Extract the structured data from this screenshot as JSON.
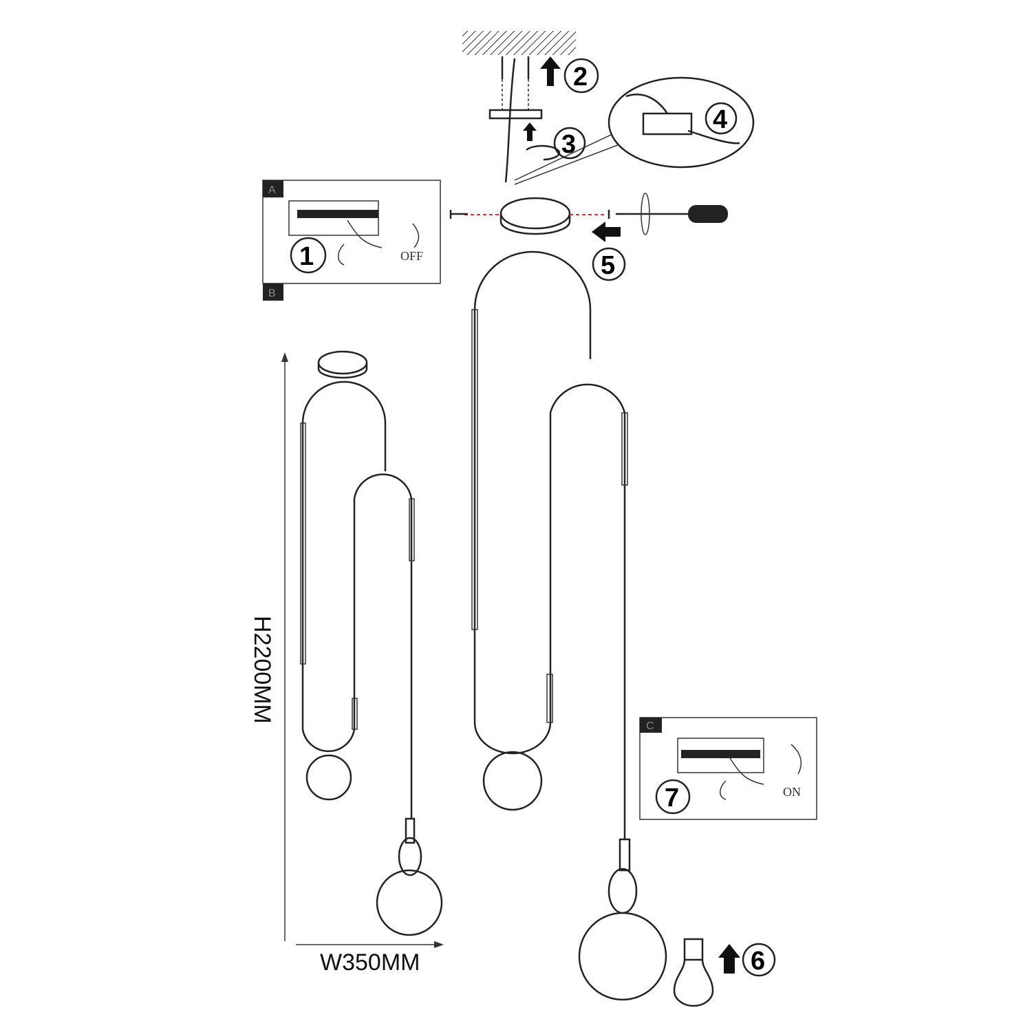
{
  "title": "Pendant lamp installation diagram",
  "steps": [
    "1",
    "2",
    "3",
    "4",
    "5",
    "6",
    "7"
  ],
  "panel_a": {
    "tag_top": "A",
    "tag_bottom": "B",
    "switch_label": "OFF"
  },
  "panel_c": {
    "tag": "C",
    "switch_label": "ON"
  },
  "dimensions": {
    "height": "H2200MM",
    "width": "W350MM"
  },
  "colors": {
    "line": "#222222",
    "guide": "#d33333",
    "panel_tag": "#222222"
  }
}
